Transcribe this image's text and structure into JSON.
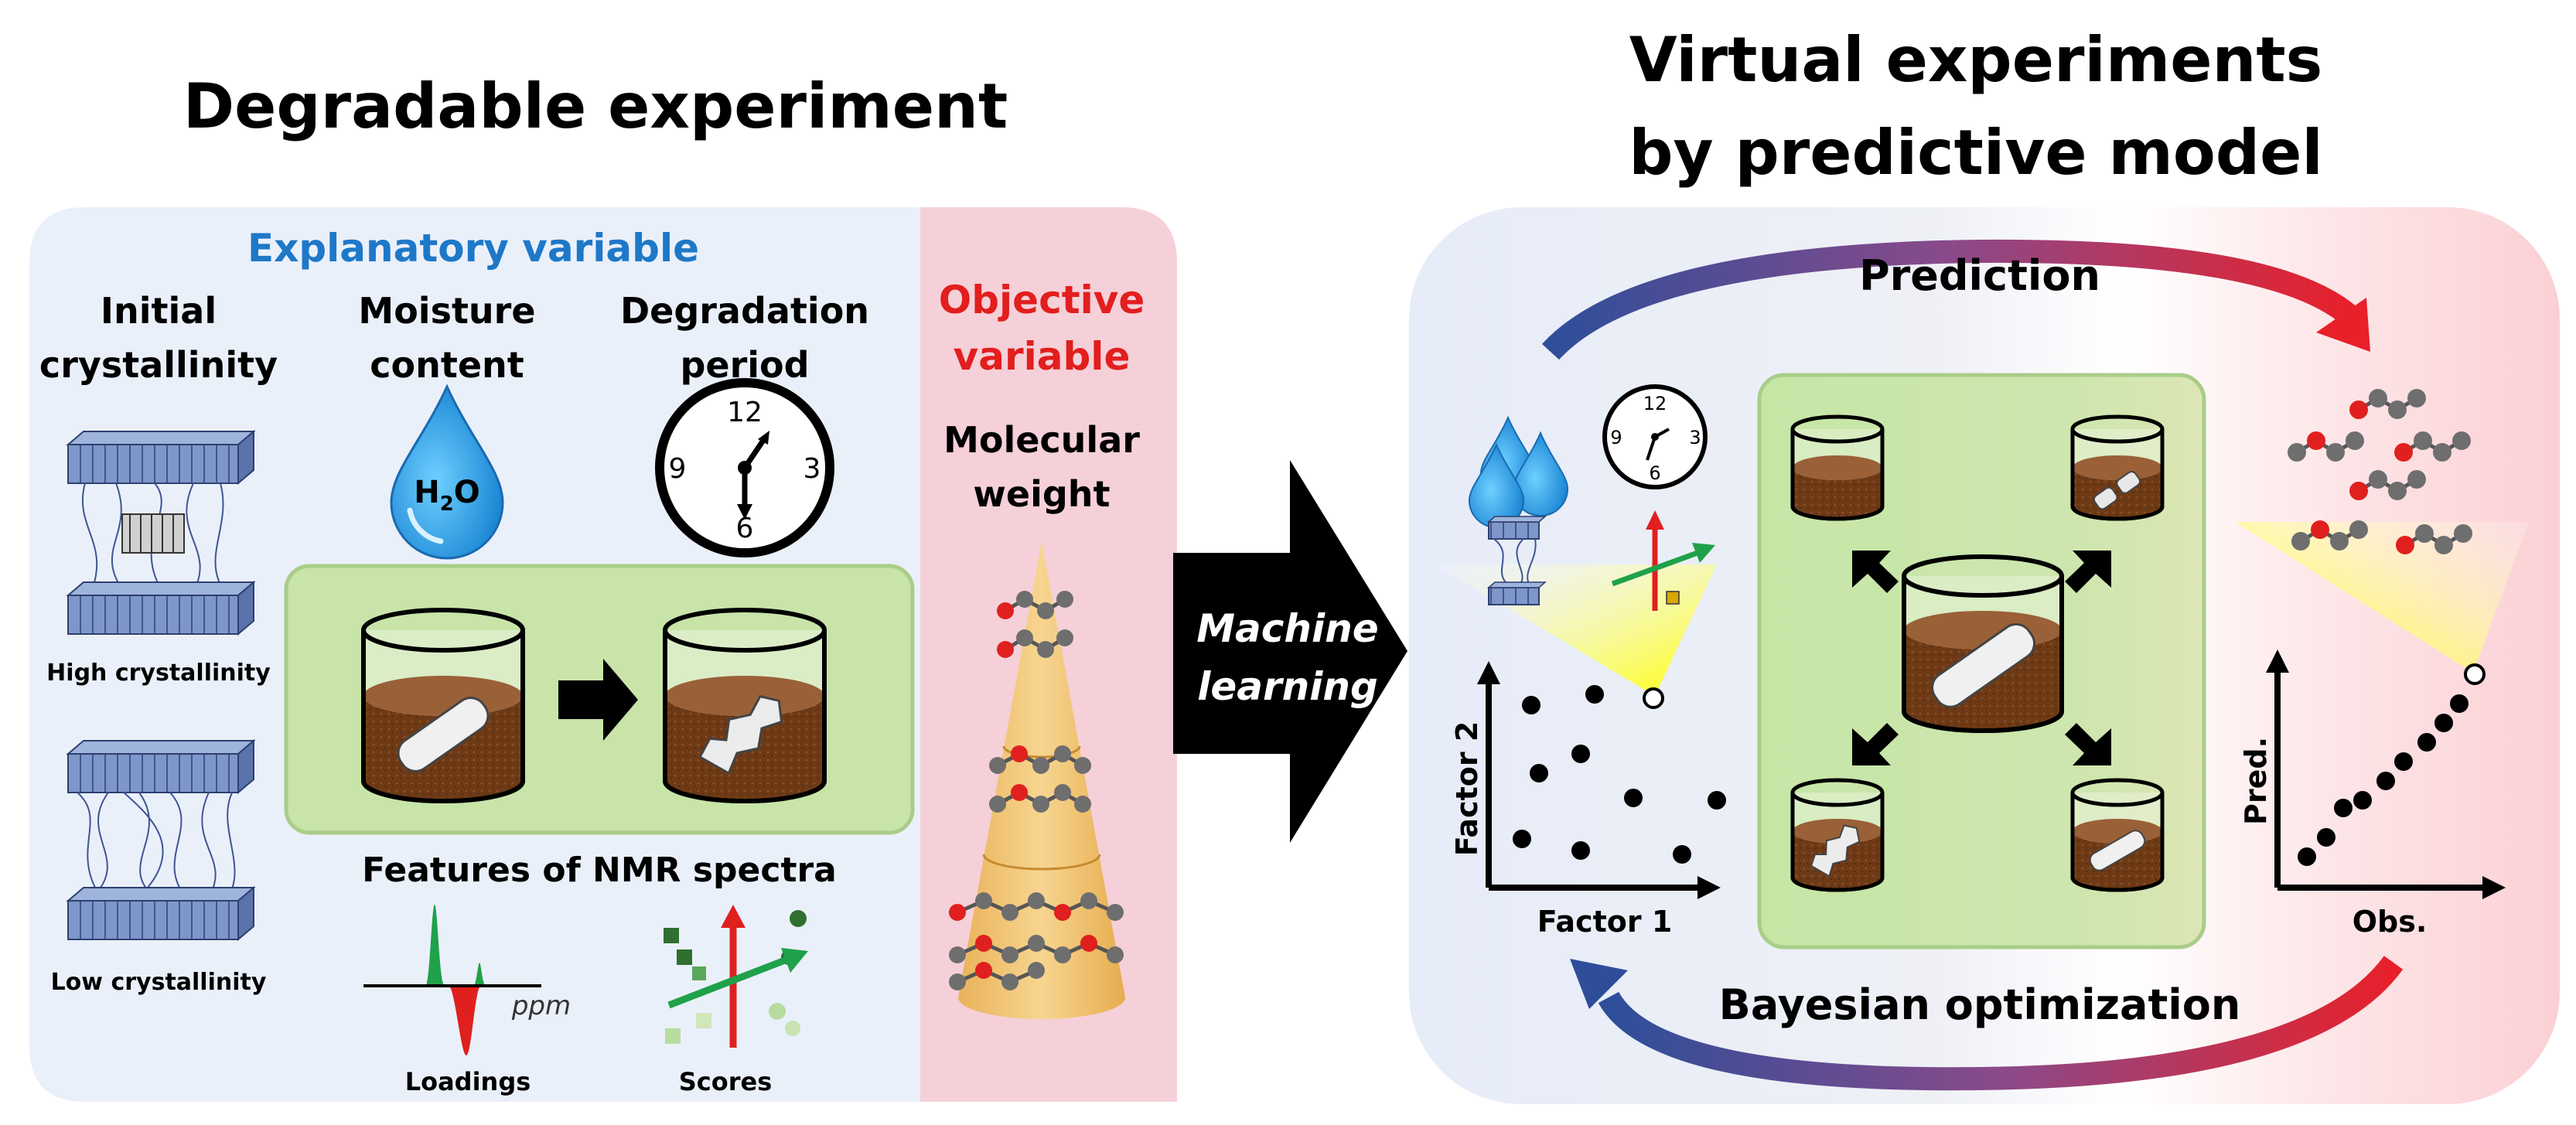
{
  "left": {
    "title": "Degradable experiment",
    "explanatory_label": "Explanatory variable",
    "objective_label": [
      "Objective",
      "variable"
    ],
    "col_initial_crystallinity": [
      "Initial",
      "crystallinity"
    ],
    "col_moisture_content": [
      "Moisture",
      "content"
    ],
    "col_degradation_period": [
      "Degradation",
      "period"
    ],
    "high_crystallinity": "High crystallinity",
    "low_crystallinity": "Low crystallinity",
    "water_formula": {
      "main": "H",
      "sub": "2",
      "tail": "O"
    },
    "clock_numbers": [
      "12",
      "3",
      "6",
      "9"
    ],
    "nmr_title": "Features of NMR spectra",
    "ppm_label": "ppm",
    "loadings_label": "Loadings",
    "scores_label": "Scores",
    "molecular_weight": [
      "Molecular",
      "weight"
    ]
  },
  "center": {
    "arrow_label": [
      "Machine",
      "learning"
    ]
  },
  "right": {
    "title": [
      "Virtual experiments",
      "by predictive model"
    ],
    "prediction_label": "Prediction",
    "bayesian_label": "Bayesian optimization",
    "clock_numbers": [
      "12",
      "3",
      "6",
      "9"
    ],
    "factor_x_label": "Factor 1",
    "factor_y_label": "Factor 2",
    "obs_label": "Obs.",
    "pred_label": "Pred."
  },
  "colors": {
    "left_panel_blue": "#eaf0fa",
    "objective_panel_pink": "#f5d0d8",
    "right_panel_blue": "#e6ecf8",
    "right_panel_pink": "#fbd0d4",
    "green_box": "#c8e4a8",
    "explanatory_text": "#1e78c8",
    "objective_text": "#e21e1e",
    "arrow_blue": "#2e4e9a",
    "arrow_red": "#e8202a",
    "soil_brown": "#6e3a16",
    "spectrum_green": "#1fa14a",
    "spectrum_red": "#e0201e"
  },
  "icons": [
    "water-drop-icon",
    "clock-icon",
    "crystal-structure-icon",
    "beaker-icon",
    "cone-icon",
    "molecule-chain-icon",
    "scatter-plot-icon",
    "parity-plot-icon"
  ]
}
